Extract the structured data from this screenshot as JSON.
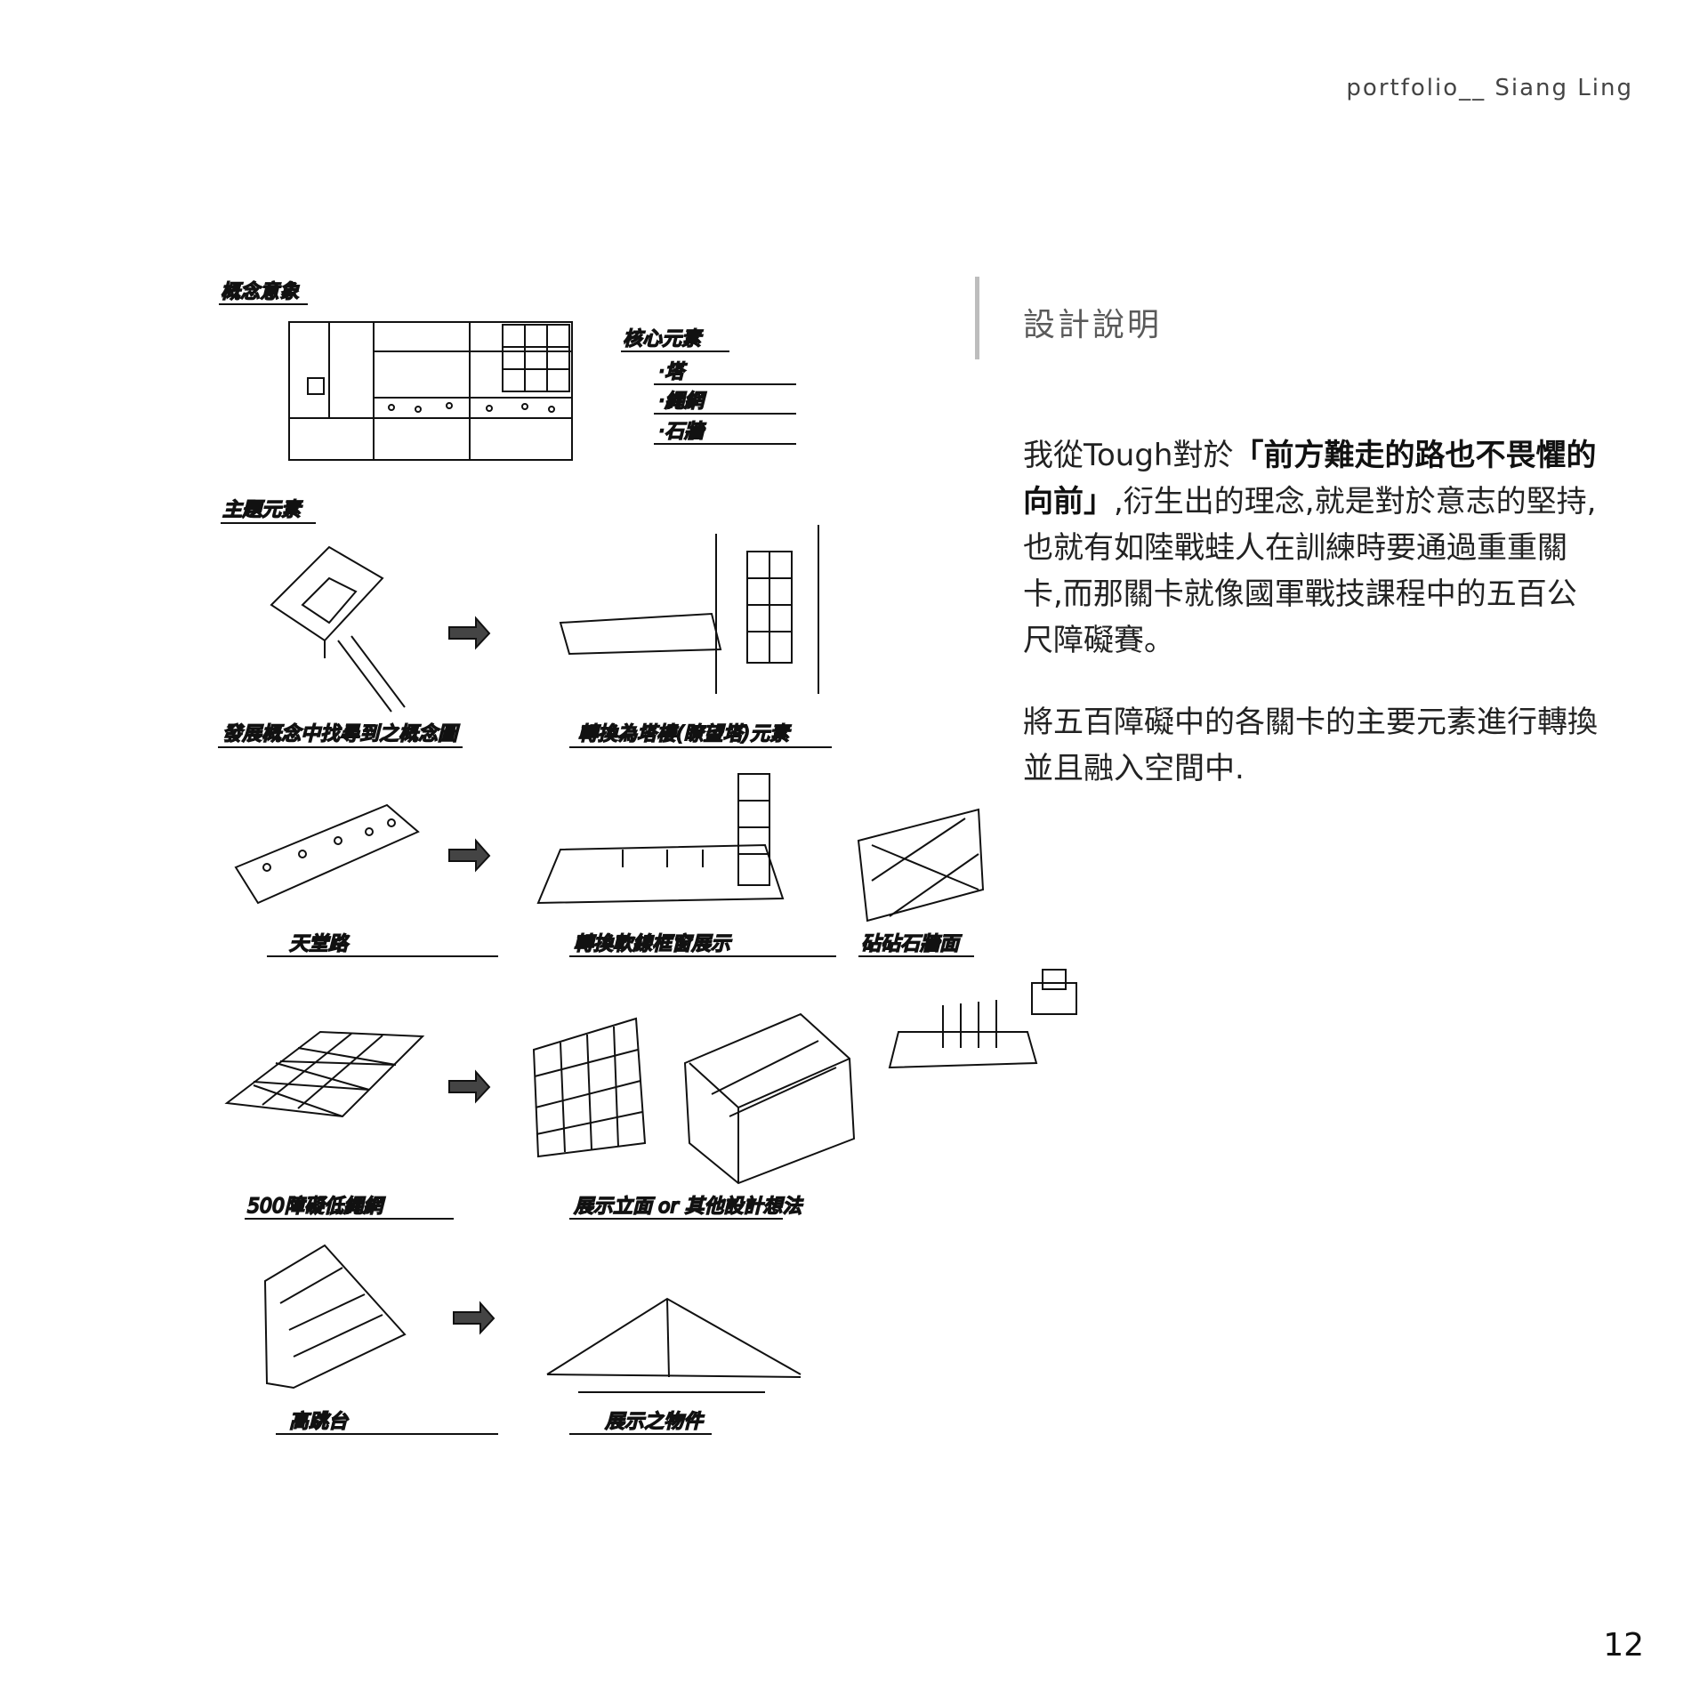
{
  "header": {
    "text": "portfolio__ Siang Ling"
  },
  "sketch": {
    "concept_title": "概念意象",
    "core_elements_title": "核心元素",
    "core_elements": [
      "·塔",
      "·繩網",
      "·石牆"
    ],
    "theme_title": "主題元素",
    "captions": {
      "row1_left": "發展概念中找尋到之概念圖",
      "row1_right": "轉換為塔樓(瞭望塔)元素",
      "row2_left": "天堂路",
      "row2_mid": "轉換軟線框窗展示",
      "row2_right": "砧砧石牆面",
      "row3_left": "500障礙低繩網",
      "row3_right": "展示立面 or 其他設計想法",
      "row4_left": "高跳台",
      "row4_right": "展示之物件"
    }
  },
  "section": {
    "title": "設計說明"
  },
  "paragraph1": {
    "pre": "我從Tough對於",
    "bold": "「前方難走的路也不畏懼的向前」",
    "post": ",衍生出的理念,就是對於意志的堅持,也就有如陸戰蛙人在訓練時要通過重重關卡,而那關卡就像國軍戰技課程中的五百公尺障礙賽。"
  },
  "paragraph2": {
    "text": "將五百障礙中的各關卡的主要元素進行轉換並且融入空間中."
  },
  "page_number": "12"
}
